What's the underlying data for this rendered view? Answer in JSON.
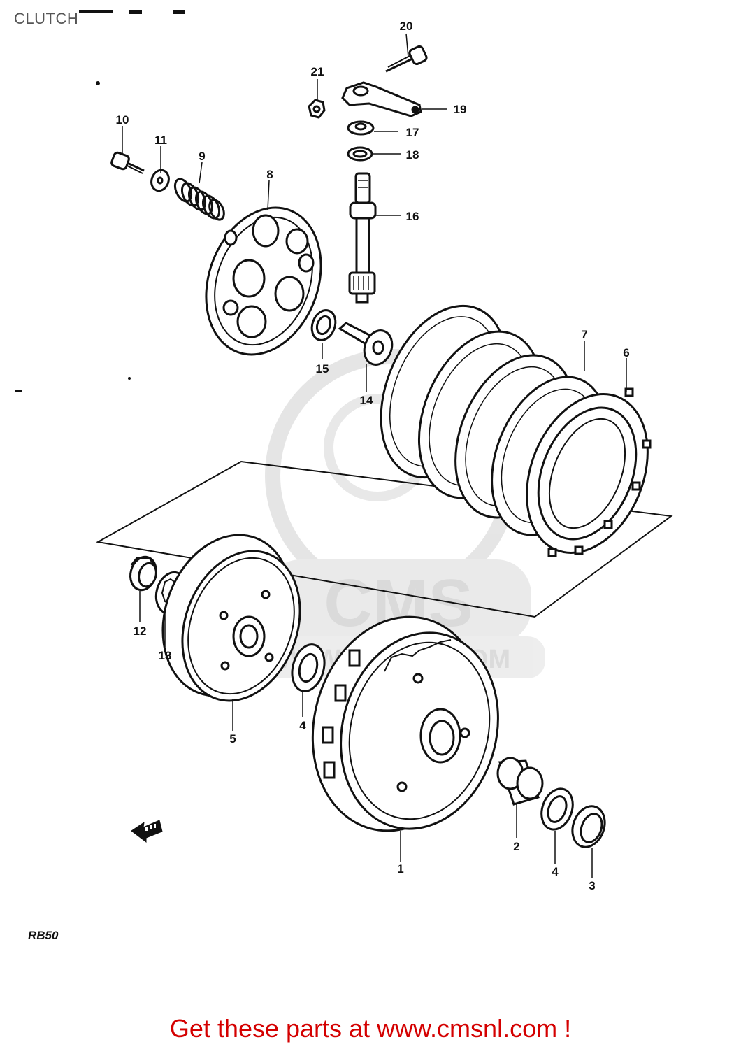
{
  "header": {
    "title": "CLUTCH"
  },
  "diagram": {
    "model_code": "RB50",
    "watermark": {
      "brand": "CMS",
      "url": "WWW.CMSNL.COM"
    },
    "callouts": [
      "1",
      "2",
      "3",
      "4",
      "4",
      "5",
      "6",
      "7",
      "8",
      "9",
      "10",
      "11",
      "12",
      "13",
      "14",
      "15",
      "16",
      "17",
      "18",
      "19",
      "20",
      "21"
    ]
  },
  "footer": {
    "prefix": "Get these parts at ",
    "link_text": "www.cmsnl.com",
    "suffix": " !"
  },
  "colors": {
    "line": "#111111",
    "footer_red": "#d40000",
    "watermark": "#dcdcdc"
  },
  "icons": {
    "direction_arrow": "front-direction-arrow-icon"
  }
}
